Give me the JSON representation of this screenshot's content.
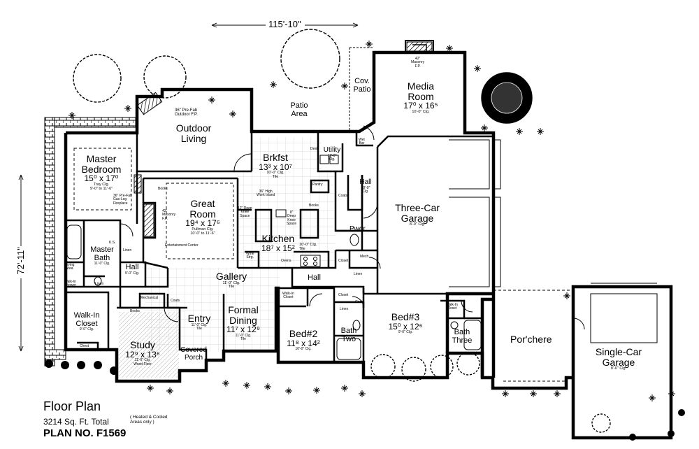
{
  "dimensions": {
    "width": "115'-10\"",
    "depth": "72'-11\""
  },
  "title": {
    "floor_plan": "Floor Plan",
    "sqft": "3214 Sq. Ft. Total",
    "heated_note_1": "( Heated & Cooled",
    "heated_note_2": "Areas only  )",
    "plan_no": "PLAN NO. F1569"
  },
  "rooms": {
    "media": {
      "name_1": "Media",
      "name_2": "Room",
      "dims": "17⁰ x 16⁵",
      "ceiling": "10'-0\" Clg."
    },
    "cov_patio": {
      "name_1": "Cov.",
      "name_2": "Patio"
    },
    "patio_area": {
      "name_1": "Patio",
      "name_2": "Area"
    },
    "outdoor_living": {
      "name_1": "Outdoor",
      "name_2": "Living",
      "fp_1": "36\" Pre-Fab",
      "fp_2": "Outdoor F.P."
    },
    "master_bedroom": {
      "name_1": "Master",
      "name_2": "Bedroom",
      "dims": "15⁰ x 17⁰",
      "ceiling_1": "Tray Clg.",
      "ceiling_2": "9'-0\" to 11'-6\"",
      "fp_1": "36\" Pre-Fab",
      "fp_2": "Gas-Log",
      "fp_3": "Fireplace"
    },
    "brkfst": {
      "name": "Brkfst",
      "dims": "13³ x 10⁷",
      "ceiling": "10'-0\" Clg.",
      "floor": "Tile"
    },
    "utility": {
      "name": "Utility",
      "ceiling_1": "10'-0\"",
      "ceiling_2": "Clg."
    },
    "desk": "Desk",
    "wet_bar_1": "Wet",
    "wet_bar_2": "Bar",
    "pantry": "Pantry",
    "hall_upper": {
      "name": "Hall",
      "ceiling_1": "10'-0\"",
      "ceiling_2": "Clg."
    },
    "coats_upper": "Coats",
    "great_room": {
      "name_1": "Great",
      "name_2": "Room",
      "dims": "19⁴ x 17⁶",
      "ceiling_1": "Pullman Clg.",
      "ceiling_2": "10'-0\" to 11'-6\""
    },
    "books_1": "Books",
    "masonry_fp": {
      "l1": "42\"",
      "l2": "Masonry",
      "l3": "F.P."
    },
    "media_fp": {
      "l1": "42\"",
      "l2": "Masonry",
      "l3": "F.P."
    },
    "entertainment": "Entertainment Center",
    "knee_space_1": {
      "l1": "12\" Deep",
      "l2": "Knee",
      "l3": "Space"
    },
    "work_island": {
      "l1": "36\" High",
      "l2": "Work Island"
    },
    "books_2": "Books",
    "knee_space_2": {
      "l1": "8\"",
      "l2": "Deep",
      "l3": "Knee",
      "l4": "Space"
    },
    "kitchen": {
      "name": "Kitchen",
      "dims": "18⁷ x 15²",
      "ceiling": "10'-0\" Clg.",
      "floor": "Tile"
    },
    "wine": {
      "l1": "Wine",
      "l2": "Strg."
    },
    "ovens": "Ovens",
    "three_car": {
      "name_1": "Three-Car",
      "name_2": "Garage",
      "ceiling": "8'-0\" Clg."
    },
    "pwdr": "Pwdr.",
    "closet_1": "Closet",
    "mech_1": "Mech.",
    "linen_1": "Linen",
    "master_bath": {
      "name_1": "Master",
      "name_2": "Bath",
      "ceiling": "11'-0\" Clg."
    },
    "kitchen_lav": "K.S.",
    "drying": {
      "l1": "Drying",
      "l2": "Area"
    },
    "walk_shower": {
      "l1": "Walk-In",
      "l2": "Shower"
    },
    "linen_2": "Linen",
    "linen_3": "Linen",
    "hall_master": {
      "name": "Hall",
      "ceiling": "9'-0\" Clg."
    },
    "gallery": {
      "name": "Gallery",
      "ceiling": "11'-0\" Clg.",
      "floor": "Tile"
    },
    "hall_mid": "Hall",
    "walk_in_closet": {
      "name_1": "Walk-In",
      "name_2": "Closet",
      "ceiling": "9'-0\" Clg."
    },
    "chest": "Chest",
    "mechanical": "Mechanical",
    "coats_lower": "Coats",
    "books_3": "Books",
    "entry": {
      "name": "Entry",
      "ceiling": "11'-0\" Clg.",
      "floor": "Tile"
    },
    "formal_dining": {
      "name_1": "Formal",
      "name_2": "Dining",
      "dims": "11⁷ x 12⁹",
      "ceiling": "11'-0\" Clg.",
      "floor": "Tile"
    },
    "study": {
      "name": "Study",
      "dims": "12⁹ x 13⁶",
      "ceiling": "11'-0\" Clg.",
      "floor": "Wood Floor"
    },
    "covered_porch": {
      "name_1": "Covered",
      "name_2": "Porch"
    },
    "bed2": {
      "name": "Bed#2",
      "dims": "11⁸ x 14²",
      "ceiling": "10'-0\" Clg."
    },
    "bed2_closet": {
      "l1": "Walk-In",
      "l2": "Closet"
    },
    "bath_two": {
      "name_1": "Bath",
      "name_2": "Two"
    },
    "closet_2": "Closet",
    "linen_4": "Linen",
    "coats_3": "Coats",
    "bed3": {
      "name": "Bed#3",
      "dims": "15⁰ x 12⁶",
      "ceiling": "9'-0\" Clg."
    },
    "bed3_closet": {
      "l1": "Walk-In",
      "l2": "Closet"
    },
    "bath_three": {
      "name_1": "Bath",
      "name_2": "Three"
    },
    "porchere": "Por'chere",
    "single_car": {
      "name_1": "Single-Car",
      "name_2": "Garage",
      "ceiling": "8'-0\" Clg."
    }
  }
}
